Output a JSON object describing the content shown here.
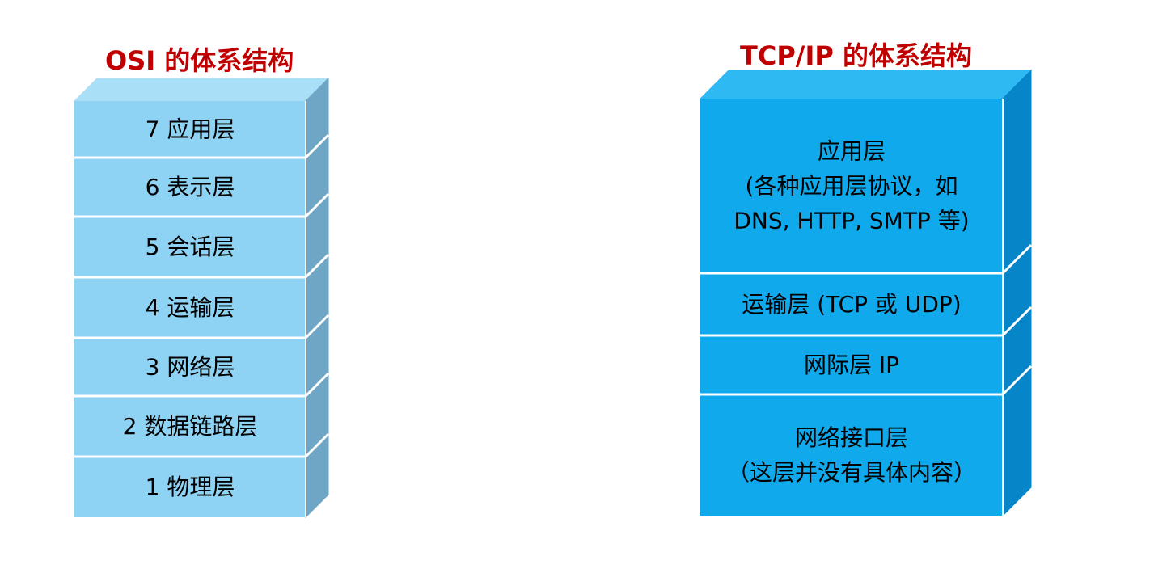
{
  "osi": {
    "title": "OSI 的体系结构",
    "layers": [
      "7 应用层",
      "6 表示层",
      "5 会话层",
      "4 运输层",
      "3 网络层",
      "2 数据链路层",
      "1 物理层"
    ]
  },
  "tcpip": {
    "title": "TCP/IP 的体系结构",
    "layers": [
      {
        "lines": [
          "应用层",
          "(各种应用层协议，如",
          "DNS, HTTP, SMTP 等)"
        ]
      },
      {
        "lines": [
          "运输层 (TCP 或 UDP)"
        ]
      },
      {
        "lines": [
          "网际层 IP"
        ]
      },
      {
        "lines": [
          "网络接口层",
          "（这层并没有具体内容）"
        ]
      }
    ]
  },
  "colors": {
    "title": "#c00000",
    "osi_front": "#8fd3f4",
    "osi_top": "#a9dff7",
    "osi_side": "#6fa6c5",
    "tcp_front": "#10a9eb",
    "tcp_top": "#2fb9f3",
    "tcp_side": "#0785c9",
    "separator": "#ffffff"
  }
}
